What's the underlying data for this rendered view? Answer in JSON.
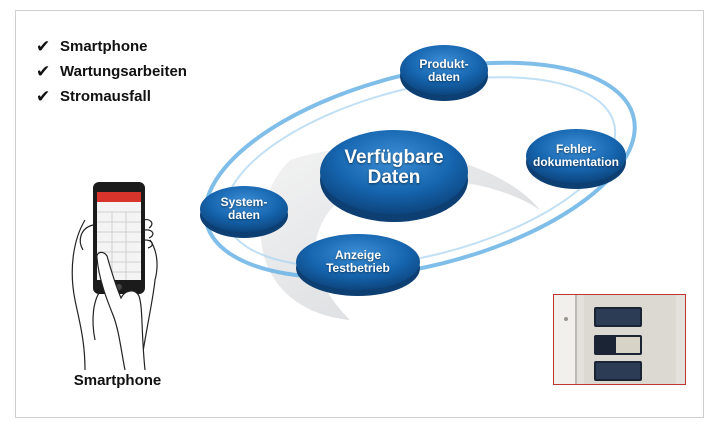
{
  "checklist": {
    "icon": "check-mark-icon",
    "items": [
      "Smartphone",
      "Wartungsarbeiten",
      "Stromausfall"
    ]
  },
  "caption": "Smartphone",
  "diagram": {
    "center": "Verfügbare\nDaten",
    "nodes": {
      "produktdaten": "Produkt-\ndaten",
      "fehlerdokumentation": "Fehler-\ndokumentation",
      "systemdaten": "System-\ndaten",
      "anzeige_testbetrieb": "Anzeige\nTestbetrieb"
    },
    "colors": {
      "node_fill": "#1666b0",
      "node_dark": "#0d3f73",
      "orbit": "#6ab3e6"
    }
  }
}
